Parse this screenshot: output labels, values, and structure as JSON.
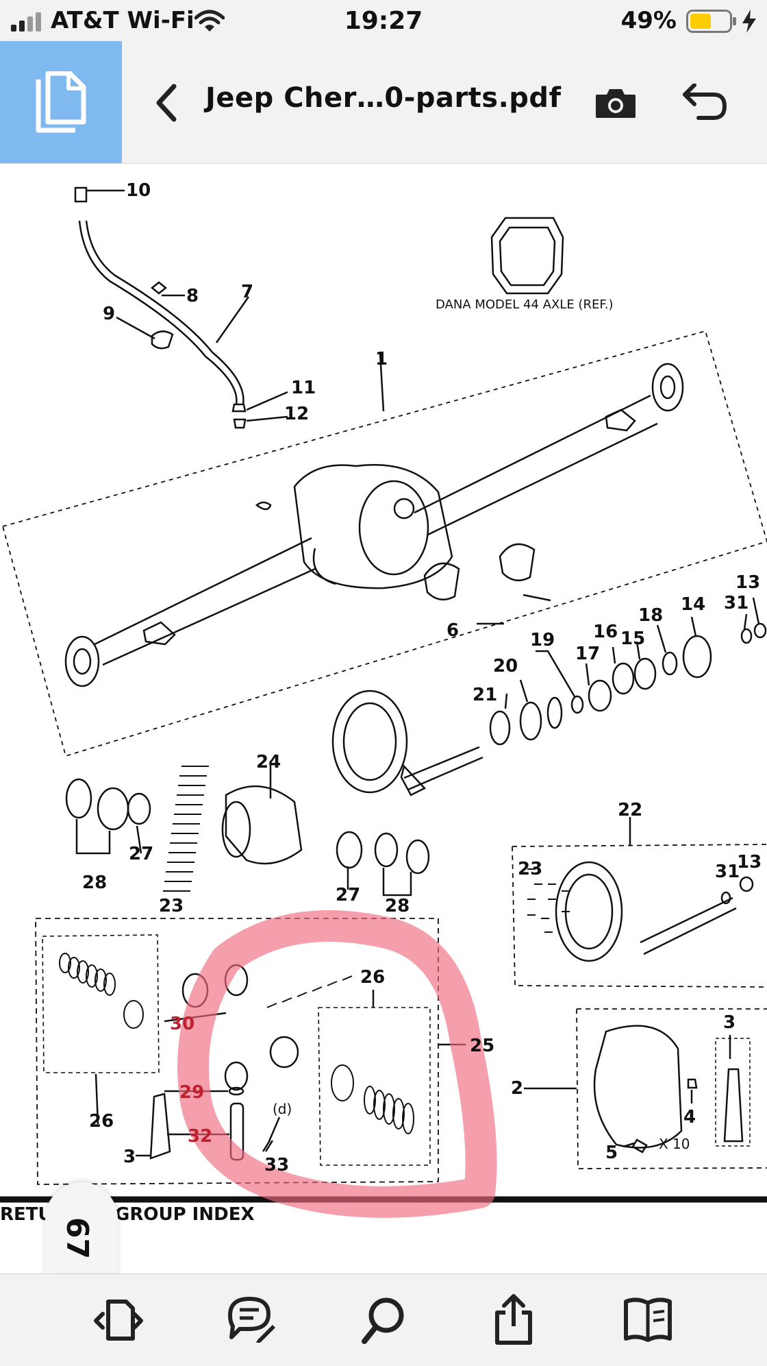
{
  "status_bar": {
    "carrier": "AT&T Wi-Fi",
    "time": "19:27",
    "battery_percent": "49%",
    "signal_icon": "cellular-signal-icon",
    "wifi_icon": "wifi-icon",
    "battery_icon": "battery-icon",
    "charging_icon": "charging-bolt-icon"
  },
  "toolbar": {
    "title": "Jeep Cher…0-parts.pdf",
    "doc_icon": "document-icon",
    "back_icon": "chevron-left-icon",
    "camera_icon": "camera-icon",
    "undo_icon": "undo-arrow-icon",
    "accent_color": "#80b8f0"
  },
  "diagram": {
    "reference_caption": "DANA MODEL 44 AXLE (REF.)",
    "quantity_note": "X 10",
    "sub_note": "(d)",
    "part_numbers": [
      "10",
      "8",
      "7",
      "9",
      "1",
      "11",
      "12",
      "6",
      "13",
      "31",
      "14",
      "18",
      "16",
      "15",
      "17",
      "19",
      "20",
      "21",
      "24",
      "22",
      "23",
      "27",
      "28",
      "23",
      "27",
      "28",
      "26",
      "30",
      "25",
      "29",
      "26",
      "32",
      "33",
      "2",
      "3",
      "4",
      "5",
      "3",
      "31",
      "13"
    ],
    "highlight_color": "#f06a80"
  },
  "footer": {
    "return_label": "RETU",
    "group_index_label": "GROUP INDEX",
    "page_number": "67"
  },
  "bottom_bar": {
    "icons": [
      "page-view-icon",
      "annotate-icon",
      "search-icon",
      "share-icon",
      "reader-icon"
    ]
  }
}
